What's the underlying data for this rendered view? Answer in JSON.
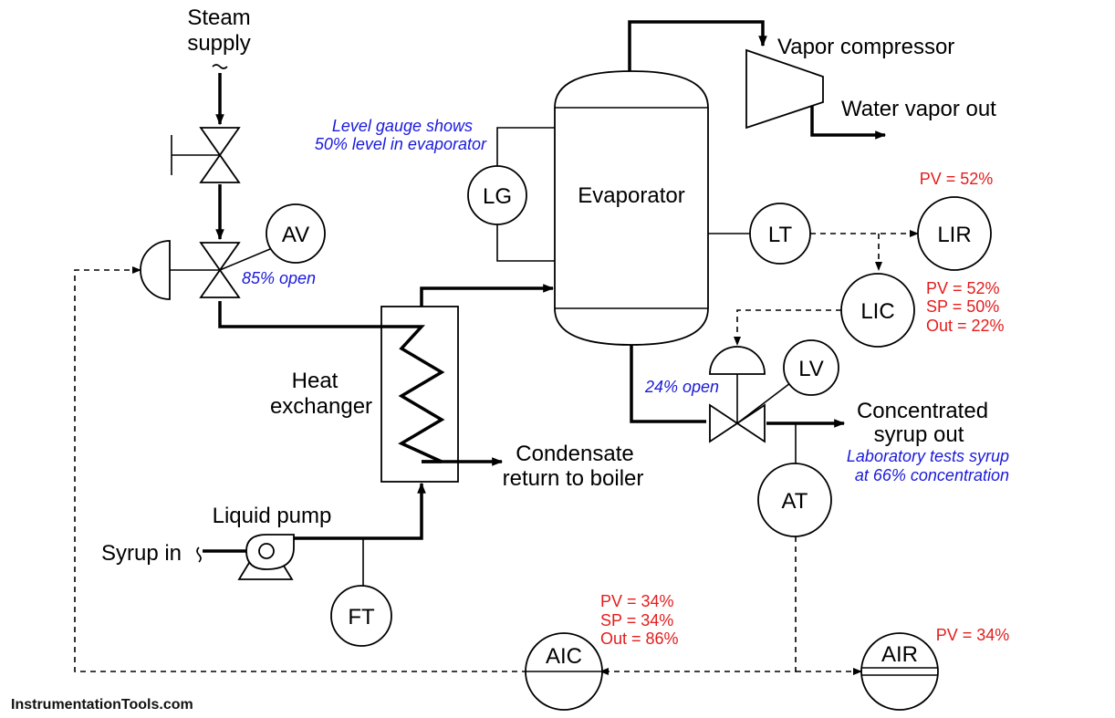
{
  "colors": {
    "note": "#1a1adb",
    "value": "#e51c1c",
    "line": "#000000"
  },
  "labels": {
    "steam_supply_1": "Steam",
    "steam_supply_2": "supply",
    "vapor_compressor": "Vapor compressor",
    "water_vapor_out": "Water vapor out",
    "evaporator": "Evaporator",
    "heat_exchanger_1": "Heat",
    "heat_exchanger_2": "exchanger",
    "condensate_1": "Condensate",
    "condensate_2": "return to boiler",
    "liquid_pump": "Liquid pump",
    "syrup_in": "Syrup in",
    "concentrated_1": "Concentrated",
    "concentrated_2": "syrup out"
  },
  "instruments": {
    "av": "AV",
    "lg": "LG",
    "lt": "LT",
    "lir": "LIR",
    "lic": "LIC",
    "lv": "LV",
    "at": "AT",
    "ft": "FT",
    "aic": "AIC",
    "air": "AIR"
  },
  "notes": {
    "level_gauge_1": "Level gauge shows",
    "level_gauge_2": "50% level in evaporator",
    "av_open": "85% open",
    "lv_open": "24% open",
    "lab_1": "Laboratory tests syrup",
    "lab_2": "at 66% concentration"
  },
  "readings": {
    "lir_pv": "PV = 52%",
    "lic_pv": "PV = 52%",
    "lic_sp": "SP = 50%",
    "lic_out": "Out = 22%",
    "aic_pv": "PV = 34%",
    "aic_sp": "SP = 34%",
    "aic_out": "Out = 86%",
    "air_pv": "PV = 34%"
  },
  "watermark": "InstrumentationTools.com"
}
